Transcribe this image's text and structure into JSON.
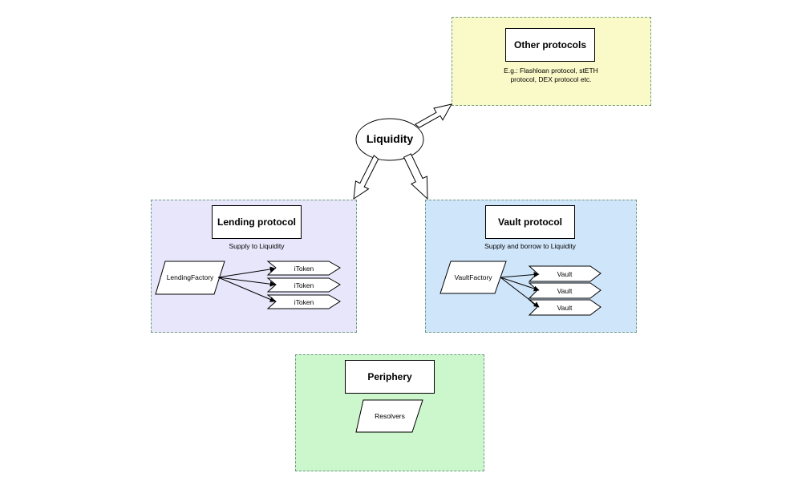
{
  "liquidity": {
    "label": "Liquidity"
  },
  "other": {
    "title": "Other protocols",
    "caption": "E.g.: Flashloan protocol, stETH protocol, DEX protocol etc.",
    "fill": "#fafac8"
  },
  "lending": {
    "title": "Lending protocol",
    "caption": "Supply to Liquidity",
    "factory": "LendingFactory",
    "tokens": [
      "iToken",
      "iToken",
      "iToken"
    ],
    "fill": "#e8e6fb"
  },
  "vault": {
    "title": "Vault protocol",
    "caption": "Supply and borrow to Liquidity",
    "factory": "VaultFactory",
    "vaults": [
      "Vault",
      "Vault",
      "Vault"
    ],
    "fill": "#cfe5fa"
  },
  "periphery": {
    "title": "Periphery",
    "item": "Resolvers",
    "fill": "#ccf6cc"
  }
}
